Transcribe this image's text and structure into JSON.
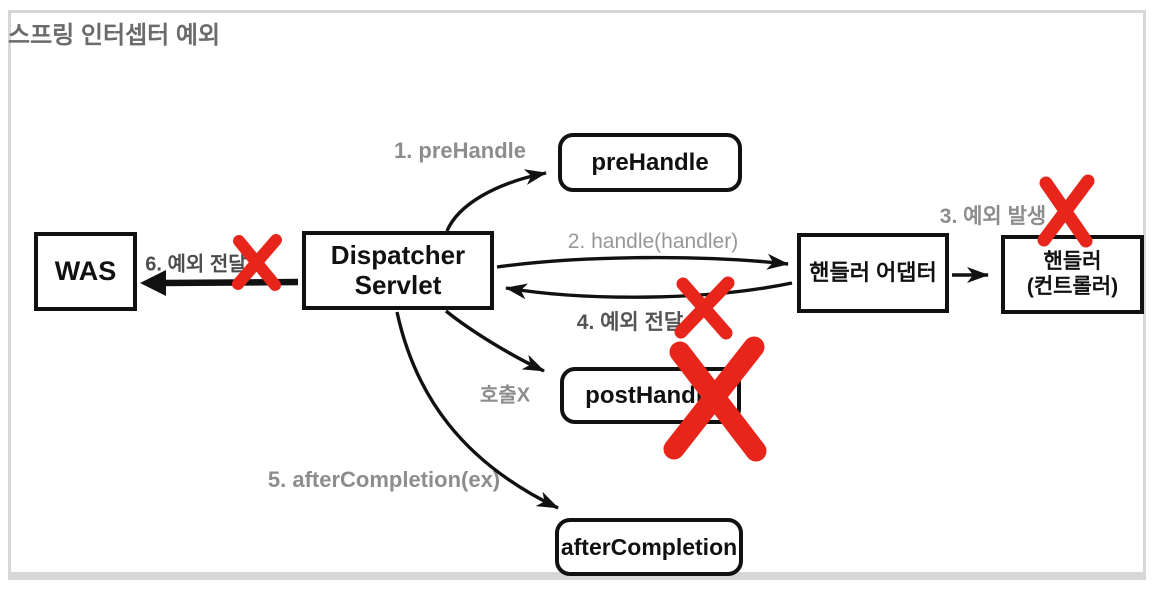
{
  "diagram": {
    "title": "스프링 인터셉터 예외",
    "type": "flow-diagram",
    "nodes": {
      "was": "WAS",
      "dispatcher_line1": "Dispatcher",
      "dispatcher_line2": "Servlet",
      "prehandle": "preHandle",
      "handler_adapter": "핸들러 어댑터",
      "handler_line1": "핸들러",
      "handler_line2": "(컨트롤러)",
      "posthandle": "postHandle",
      "aftercompletion": "afterCompletion"
    },
    "edge_labels": {
      "step1": "1. preHandle",
      "step2": "2. handle(handler)",
      "step3": "3. 예외 발생",
      "step4": "4. 예외 전달",
      "step5": "5. afterCompletion(ex)",
      "step6": "6. 예외 전달",
      "no_call": "호출X"
    },
    "red_x_marks": [
      "over-handler-controller-box",
      "on-step6-arrow",
      "on-step4-arrow",
      "over-posthandle-box"
    ],
    "colors": {
      "box_border": "#111111",
      "label_gray": "#8d8d8d",
      "label_dark": "#545454",
      "red_x": "#e8251a",
      "frame_border": "#d7d7d7",
      "title_color": "#6b6b6b",
      "background": "#ffffff"
    }
  }
}
